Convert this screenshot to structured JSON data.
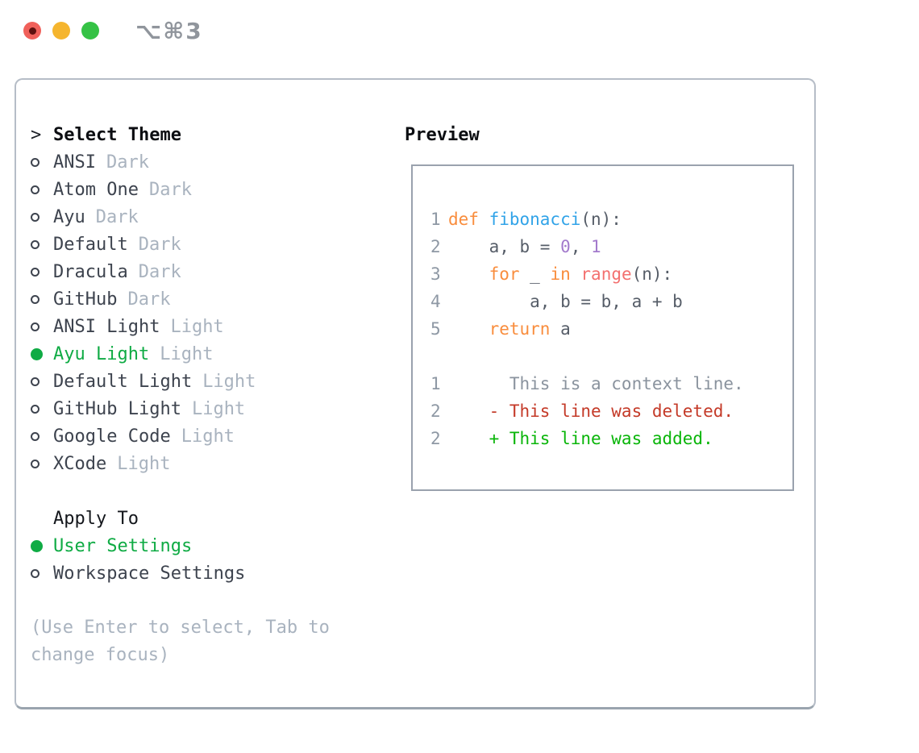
{
  "window": {
    "title": "⌥⌘3",
    "traffic_lights": [
      {
        "name": "close"
      },
      {
        "name": "minimize"
      },
      {
        "name": "zoom"
      }
    ]
  },
  "theme_panel": {
    "header": {
      "prefix": ">",
      "label": "Select Theme"
    },
    "themes": [
      {
        "name": "ANSI",
        "variant": "Dark",
        "selected": false
      },
      {
        "name": "Atom One",
        "variant": "Dark",
        "selected": false
      },
      {
        "name": "Ayu",
        "variant": "Dark",
        "selected": false
      },
      {
        "name": "Default",
        "variant": "Dark",
        "selected": false
      },
      {
        "name": "Dracula",
        "variant": "Dark",
        "selected": false
      },
      {
        "name": "GitHub",
        "variant": "Dark",
        "selected": false
      },
      {
        "name": "ANSI Light",
        "variant": "Light",
        "selected": false
      },
      {
        "name": "Ayu Light",
        "variant": "Light",
        "selected": true
      },
      {
        "name": "Default Light",
        "variant": "Light",
        "selected": false
      },
      {
        "name": "GitHub Light",
        "variant": "Light",
        "selected": false
      },
      {
        "name": "Google Code",
        "variant": "Light",
        "selected": false
      },
      {
        "name": "XCode",
        "variant": "Light",
        "selected": false
      }
    ],
    "apply_to": {
      "label": "Apply To",
      "options": [
        {
          "label": "User Settings",
          "selected": true
        },
        {
          "label": "Workspace Settings",
          "selected": false
        }
      ]
    },
    "hint": "(Use Enter to select, Tab to change focus)"
  },
  "preview": {
    "label": "Preview",
    "code_lines": [
      {
        "num": "1",
        "segments": [
          {
            "t": "def ",
            "c": "kw"
          },
          {
            "t": "fibonacci",
            "c": "fn"
          },
          {
            "t": "(n):",
            "c": "plain"
          }
        ]
      },
      {
        "num": "2",
        "segments": [
          {
            "t": "    a, b = ",
            "c": "plain"
          },
          {
            "t": "0",
            "c": "num"
          },
          {
            "t": ", ",
            "c": "plain"
          },
          {
            "t": "1",
            "c": "num"
          }
        ]
      },
      {
        "num": "3",
        "segments": [
          {
            "t": "    ",
            "c": "plain"
          },
          {
            "t": "for",
            "c": "kw"
          },
          {
            "t": " _ ",
            "c": "plain"
          },
          {
            "t": "in",
            "c": "kw"
          },
          {
            "t": " ",
            "c": "plain"
          },
          {
            "t": "range",
            "c": "builtin"
          },
          {
            "t": "(n):",
            "c": "plain"
          }
        ]
      },
      {
        "num": "4",
        "segments": [
          {
            "t": "        a, b = b, a + b",
            "c": "plain"
          }
        ]
      },
      {
        "num": "5",
        "segments": [
          {
            "t": "    ",
            "c": "plain"
          },
          {
            "t": "return",
            "c": "kw"
          },
          {
            "t": " a",
            "c": "plain"
          }
        ]
      }
    ],
    "diff_lines": [
      {
        "num": "1",
        "segments": [
          {
            "t": "      This is a context line.",
            "c": "ctx"
          }
        ]
      },
      {
        "num": "2",
        "segments": [
          {
            "t": "    - This line was deleted.",
            "c": "del"
          }
        ]
      },
      {
        "num": "2",
        "segments": [
          {
            "t": "    + This line was added.",
            "c": "add"
          }
        ]
      }
    ]
  },
  "palette": {
    "kw": "#f98d3d",
    "fn": "#31a3e8",
    "num": "#a37acc",
    "builtin": "#f3706f",
    "plain": "#565d68",
    "ctx": "#8a939e",
    "del": "#c43a28",
    "add": "#09b509",
    "ui_green": "#0fab44",
    "muted": "#a9b3bf"
  }
}
